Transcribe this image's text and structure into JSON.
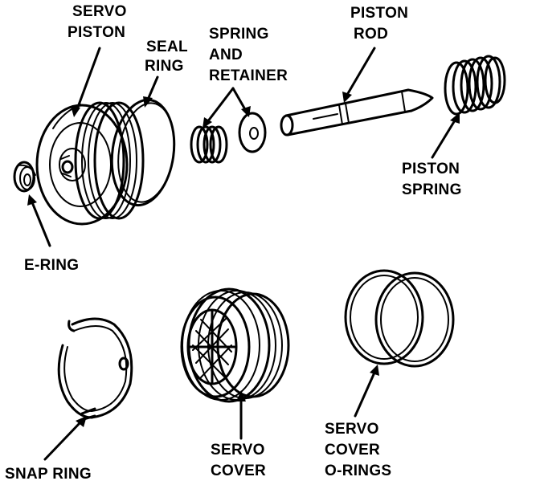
{
  "labels": {
    "servo_piston": [
      "SERVO",
      "PISTON"
    ],
    "seal_ring": [
      "SEAL",
      "RING"
    ],
    "spring_retainer": [
      "SPRING",
      "AND",
      "RETAINER"
    ],
    "piston_rod": [
      "PISTON",
      "ROD"
    ],
    "piston_spring": [
      "PISTON",
      "SPRING"
    ],
    "e_ring": [
      "E-RING"
    ],
    "snap_ring": [
      "SNAP RING"
    ],
    "servo_cover": [
      "SERVO",
      "COVER"
    ],
    "servo_cover_orings": [
      "SERVO",
      "COVER",
      "O-RINGS"
    ]
  }
}
